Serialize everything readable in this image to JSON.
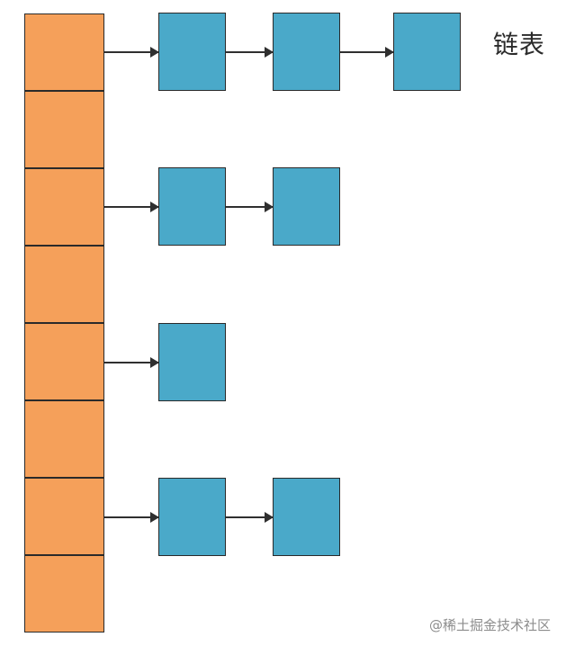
{
  "diagram": {
    "label": "链表",
    "watermark": "@稀土掘金技术社区",
    "colors": {
      "array": "#f5a05a",
      "node": "#4aa9c9",
      "outline": "#2a2a2a",
      "arrow": "#2f2f2f",
      "label": "#2b2b2b",
      "watermark": "#8d8d8d"
    },
    "array_size": 8,
    "chains": [
      {
        "bucket": 0,
        "nodes": 3
      },
      {
        "bucket": 2,
        "nodes": 2
      },
      {
        "bucket": 4,
        "nodes": 1
      },
      {
        "bucket": 6,
        "nodes": 2
      }
    ]
  }
}
